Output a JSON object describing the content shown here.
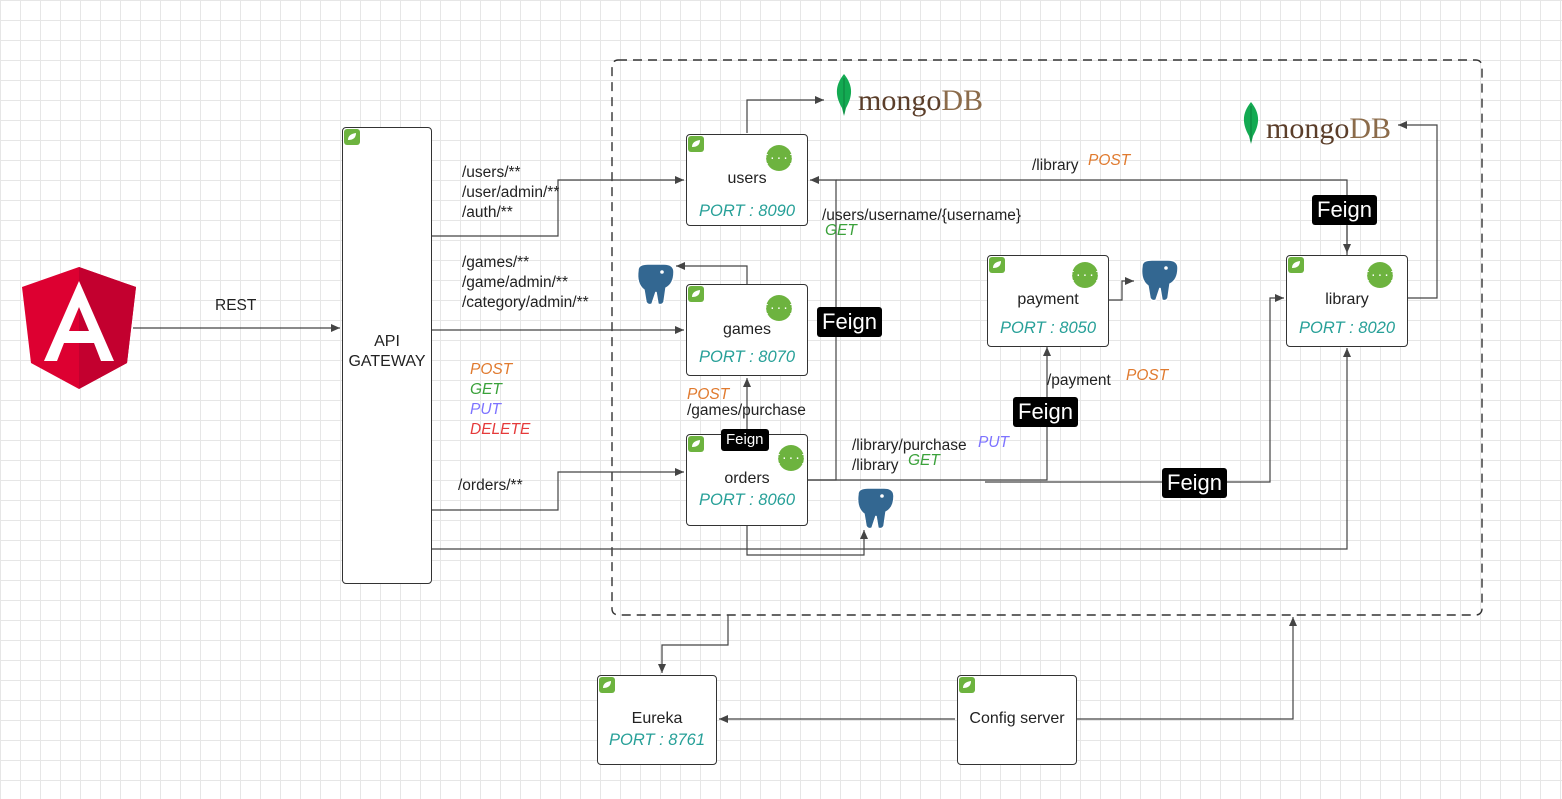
{
  "client": {
    "icon": "angular-icon",
    "rest_label": "REST"
  },
  "gateway": {
    "label_line1": "API",
    "label_line2": "GATEWAY"
  },
  "routes": {
    "users": [
      "/users/**",
      "/user/admin/**",
      "/auth/**"
    ],
    "games": [
      "/games/**",
      "/game/admin/**",
      "/category/admin/**"
    ],
    "orders": [
      "/orders/**"
    ]
  },
  "methods": [
    "POST",
    "GET",
    "PUT",
    "DELETE"
  ],
  "services": {
    "users": {
      "name": "users",
      "port": "PORT : 8090"
    },
    "games": {
      "name": "games",
      "port": "PORT : 8070"
    },
    "orders": {
      "name": "orders",
      "port": "PORT : 8060"
    },
    "payment": {
      "name": "payment",
      "port": "PORT : 8050"
    },
    "library": {
      "name": "library",
      "port": "PORT : 8020"
    },
    "eureka": {
      "name": "Eureka",
      "port": "PORT : 8761"
    },
    "config": {
      "name": "Config server"
    }
  },
  "databases": {
    "mongo": {
      "part1": "mongo",
      "part2": "DB"
    }
  },
  "calls": {
    "library_post_path": "/library",
    "library_post_method": "POST",
    "users_get_path": "/users/username/{username}",
    "users_get_method": "GET",
    "games_purchase_method": "POST",
    "games_purchase_path": "/games/purchase",
    "payment_path": "/payment",
    "payment_method": "POST",
    "library_purchase_path": "/library/purchase",
    "library_purchase_method": "PUT",
    "library_get_path": "/library",
    "library_get_method": "GET"
  },
  "feign_label": "Feign",
  "colors": {
    "port_text": "#27a098",
    "post": "#e07a2e",
    "get": "#3aa13a",
    "put": "#7d73ff",
    "delete": "#e53a3a",
    "spring": "#6db33f",
    "angular": "#dd0031",
    "postgres": "#336791",
    "mongo_leaf": "#13aa52"
  }
}
